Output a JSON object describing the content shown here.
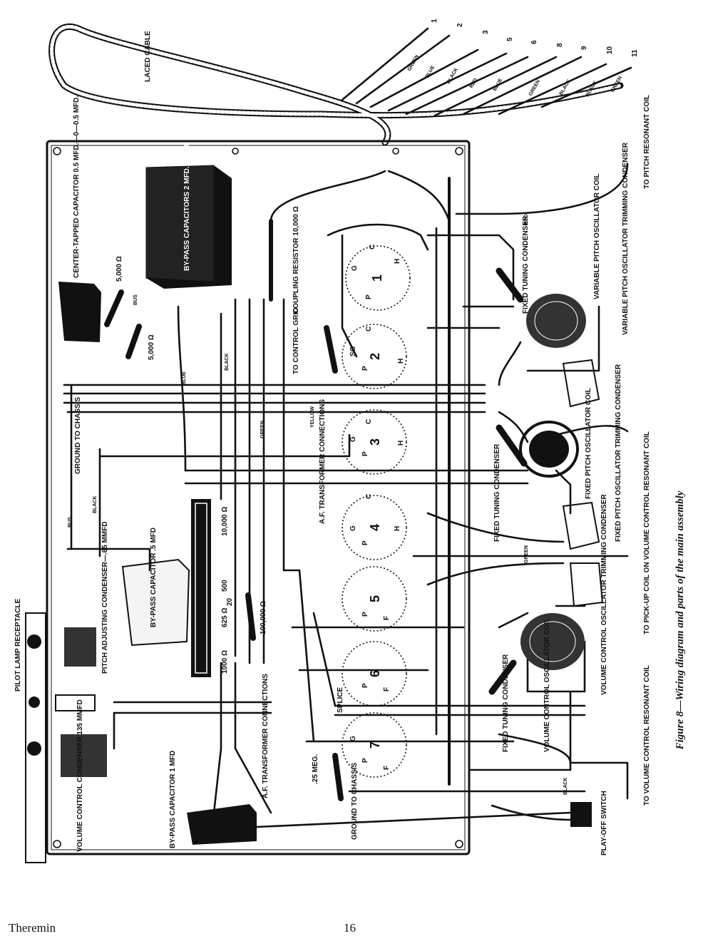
{
  "figure": {
    "caption": "Figure 8—Wiring diagram and parts of the main assembly",
    "cable_label": "LACED CABLE",
    "cable_terminals": [
      "1",
      "2",
      "3",
      "5",
      "6",
      "8",
      "9",
      "10",
      "11"
    ],
    "cable_wire_colors": [
      "GREEN",
      "BLUE",
      "BLACK",
      "RED",
      "BLUE",
      "GREEN",
      "BLACK",
      "BLACK",
      "GREEN"
    ],
    "wire_colors": [
      "BUS",
      "BLACK",
      "BLUE",
      "GREEN",
      "YELLOW",
      "RED",
      "GREEN"
    ],
    "labels": {
      "to_pitch_coil": "TO PITCH RESONANT COIL",
      "center_tapped_capacitor": "CENTER-TAPPED CAPACITOR 0.5 MFD.—0—0.5 MFD.",
      "bypass_capacitors": "BY-PASS CAPACITORS 2 MFD. EACH",
      "res_5000_a": "5,000 Ω",
      "res_5000_b": "5,000 Ω",
      "coupling_resistor": "COUPLING RESISTOR 10,000 Ω",
      "to_control_grid": "TO CONTROL GRID",
      "ground_chassis_top": "GROUND TO CHASSIS",
      "fixed_tuning_condenser_top": "FIXED TUNING CONDENSER",
      "variable_pitch_coil": "VARIABLE PITCH OSCILLATOR COIL",
      "variable_pitch_trimming": "VARIABLE PITCH OSCILLATOR TRIMMING CONDENSER",
      "af_transformer_top": "A.F. TRANSFORMER CONNECTIONS",
      "res_10000": "10,000 Ω",
      "fixed_tuning_condenser_mid": "FIXED TUNING CONDENSER",
      "fixed_pitch_coil": "FIXED PITCH OSCILLATOR COIL",
      "fixed_pitch_trimming": "FIXED PITCH OSCILLATOR TRIMMING CONDENSER",
      "pilot_lamp": "PILOT LAMP RECEPTACLE",
      "pitch_adjusting": "PITCH ADJUSTING CONDENSER—.65 MMFD",
      "bypass_5mfd": "BY-PASS CAPACITOR .5 MFD",
      "res_100000": "100,000 Ω",
      "res_625": "625 Ω",
      "res_20": "20",
      "res_500": "500",
      "res_1000": "1000 Ω",
      "to_pickup_coil": "TO PICK-UP COIL ON VOLUME CONTROL RESONANT COIL",
      "splice": "SPLICE",
      "af_transformer_bottom": "A.F. TRANSFORMER CONNECTIONS",
      "meg": ".25 MEG.",
      "fixed_tuning_condenser_bottom": "FIXED TUNING CONDENSER",
      "volume_coil": "VOLUME CONTROL OSCILLATOR COIL",
      "volume_trimming": "VOLUME CONTROL OSCILLATOR TRIMMING CONDENSER",
      "volume_condenser": "VOLUME CONTROL CONDENSER 135 MMFD",
      "bypass_1mfd": "BY-PASS CAPACITOR 1 MFD",
      "ground_chassis_bottom": "GROUND TO CHASSIS",
      "play_off": "PLAY-OFF SWITCH",
      "to_volume_coil": "TO VOLUME CONTROL RESONANT COIL"
    },
    "tubes": [
      "1",
      "2",
      "3",
      "4",
      "5",
      "6",
      "7"
    ],
    "tube_pins": [
      "G",
      "P",
      "C",
      "H",
      "SG",
      "F"
    ]
  },
  "footer": {
    "left": "Theremin",
    "page": "16"
  }
}
